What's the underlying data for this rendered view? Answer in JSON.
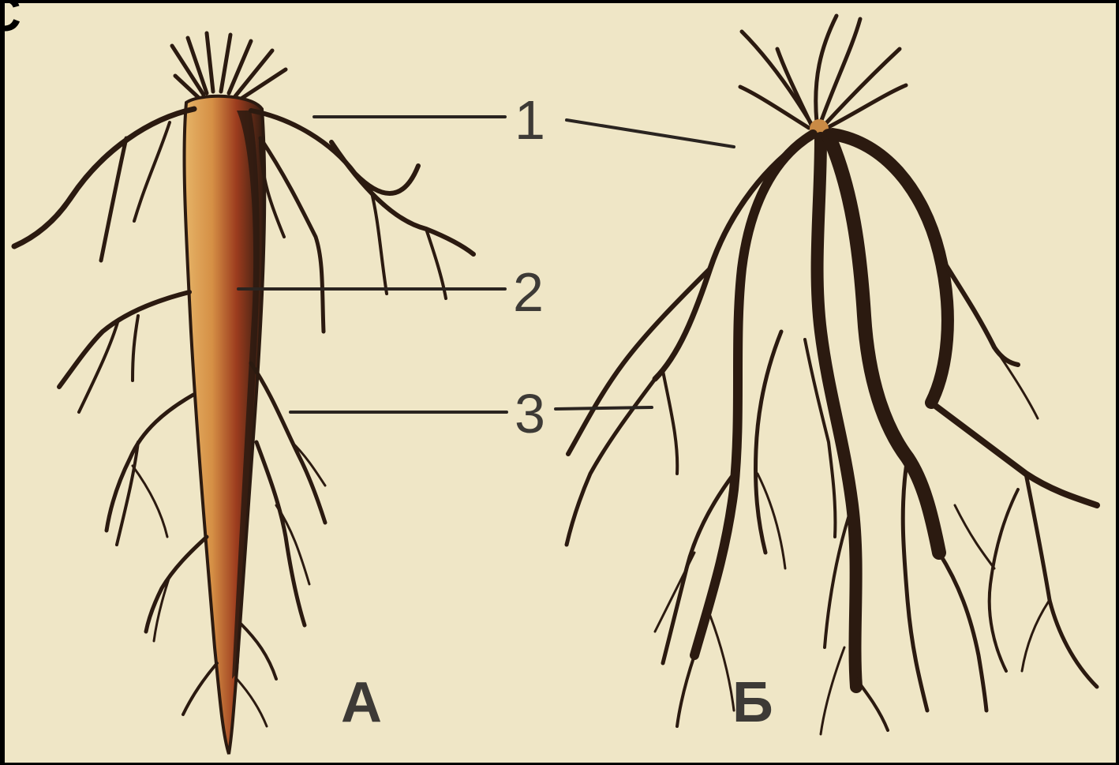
{
  "corner_mark": "C",
  "callouts": [
    {
      "number": "1"
    },
    {
      "number": "2"
    },
    {
      "number": "3"
    }
  ],
  "panels": [
    {
      "letter": "А"
    },
    {
      "letter": "Б"
    }
  ],
  "colors": {
    "paper": "#efe6c6",
    "root_dark": "#2b1a10",
    "taproot_orange": "#d9a150",
    "taproot_red": "#9c3c1e",
    "leader_line": "#2a2420",
    "label": "#3d3a36"
  }
}
